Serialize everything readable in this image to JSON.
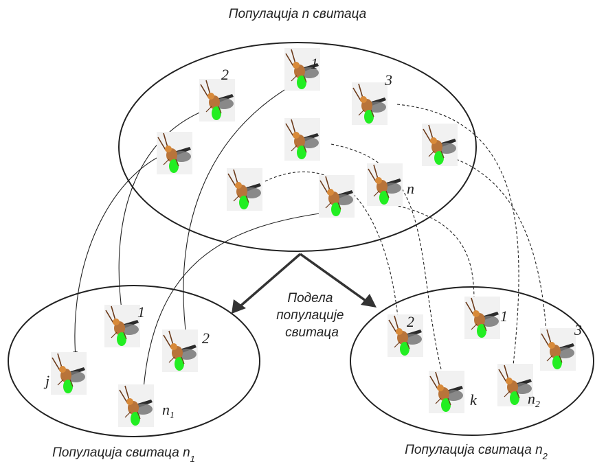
{
  "captions": {
    "top": "Популација n свитаца",
    "center_lines": [
      "Подела",
      "популације",
      "свитаца"
    ],
    "bottom_left_main": "Популација свитаца n",
    "bottom_left_sub": "1",
    "bottom_right_main": "Популација свитаца n",
    "bottom_right_sub": "2"
  },
  "fireflies": [
    {
      "id": "top-1",
      "label": "1",
      "sub": ""
    },
    {
      "id": "top-2",
      "label": "2",
      "sub": ""
    },
    {
      "id": "top-3",
      "label": "3",
      "sub": ""
    },
    {
      "id": "top-n",
      "label": "n",
      "sub": ""
    },
    {
      "id": "top-a",
      "label": "",
      "sub": ""
    },
    {
      "id": "top-b",
      "label": "",
      "sub": ""
    },
    {
      "id": "top-c",
      "label": "",
      "sub": ""
    },
    {
      "id": "top-d",
      "label": "",
      "sub": ""
    },
    {
      "id": "top-e",
      "label": "",
      "sub": ""
    },
    {
      "id": "left-1",
      "label": "1",
      "sub": ""
    },
    {
      "id": "left-2",
      "label": "2",
      "sub": ""
    },
    {
      "id": "left-j",
      "label": "j",
      "sub": ""
    },
    {
      "id": "left-n1",
      "label": "n",
      "sub": "1"
    },
    {
      "id": "right-1",
      "label": "1",
      "sub": ""
    },
    {
      "id": "right-2",
      "label": "2",
      "sub": ""
    },
    {
      "id": "right-3",
      "label": "3",
      "sub": ""
    },
    {
      "id": "right-k",
      "label": "k",
      "sub": ""
    },
    {
      "id": "right-n2",
      "label": "n",
      "sub": "2"
    }
  ],
  "colors": {
    "line": "#222222",
    "glow": "#22ee22",
    "wing": "#3a3a3a",
    "body": "#b8743a"
  }
}
